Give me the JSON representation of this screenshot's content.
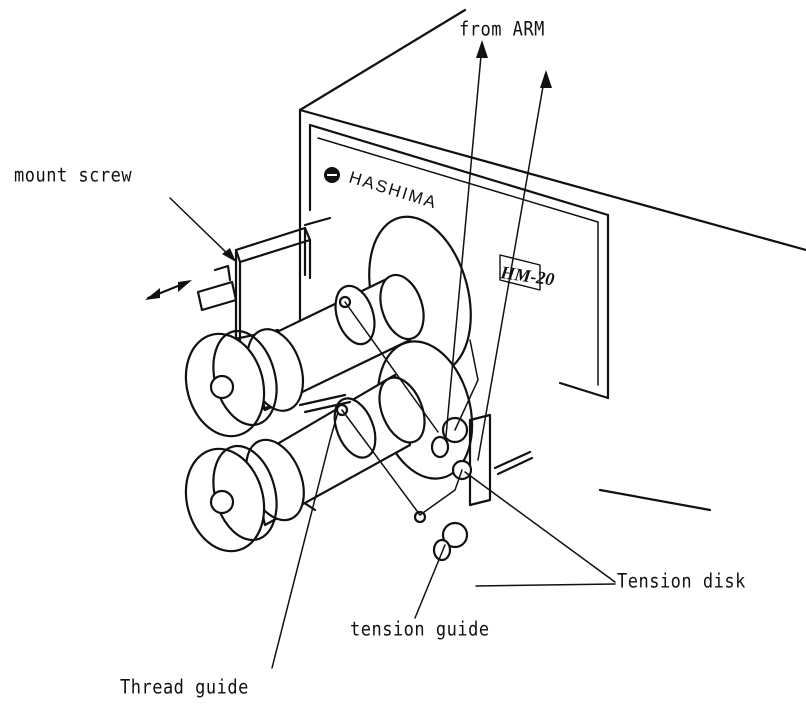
{
  "labels": {
    "mount_screw": "mount screw",
    "from_arm": "from ARM",
    "tension_disk": "Tension disk",
    "tension_guide": "tension guide",
    "thread_guide": "Thread guide"
  },
  "panel_text": {
    "brand": "HASHIMA",
    "model": "HM-20"
  },
  "colors": {
    "ink": "#111111",
    "background": "#ffffff"
  }
}
